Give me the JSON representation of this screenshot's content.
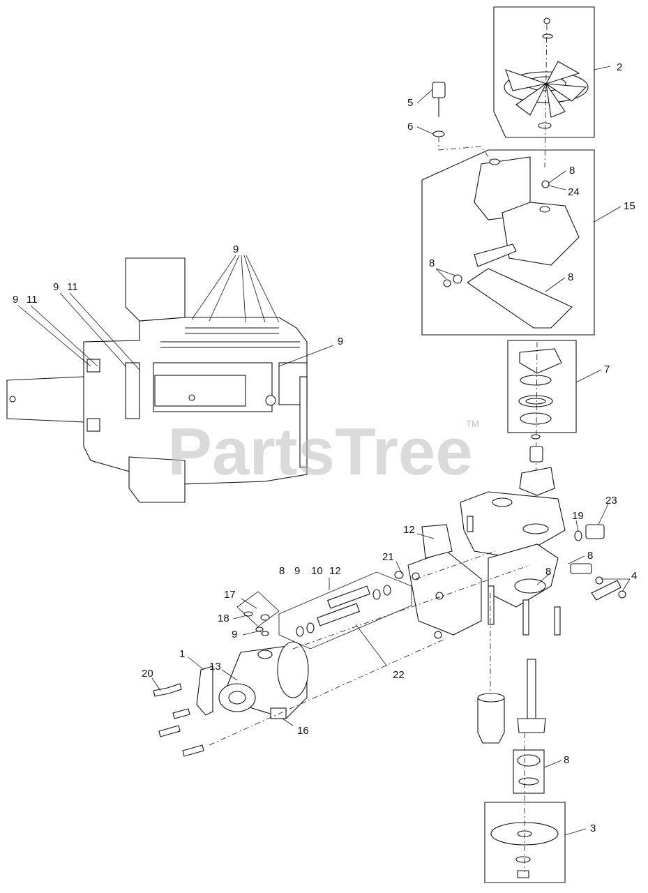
{
  "watermark": {
    "text": "PartsTree",
    "trademark": "TM"
  },
  "callouts": {
    "c1": "1",
    "c2": "2",
    "c3": "3",
    "c4": "4",
    "c5": "5",
    "c6": "6",
    "c7": "7",
    "c8a": "8",
    "c8b": "8",
    "c8c": "8",
    "c8d": "8",
    "c8e": "8",
    "c8f": "8",
    "c8g": "8",
    "c9a": "9",
    "c9b": "9",
    "c9c": "9",
    "c9d": "9",
    "c9e": "9",
    "c9f": "9",
    "c10": "10",
    "c11a": "11",
    "c11b": "11",
    "c12a": "12",
    "c12b": "12",
    "c13": "13",
    "c15": "15",
    "c16": "16",
    "c17": "17",
    "c18": "18",
    "c19": "19",
    "c20": "20",
    "c21": "21",
    "c22": "22",
    "c23": "23",
    "c24": "24"
  }
}
